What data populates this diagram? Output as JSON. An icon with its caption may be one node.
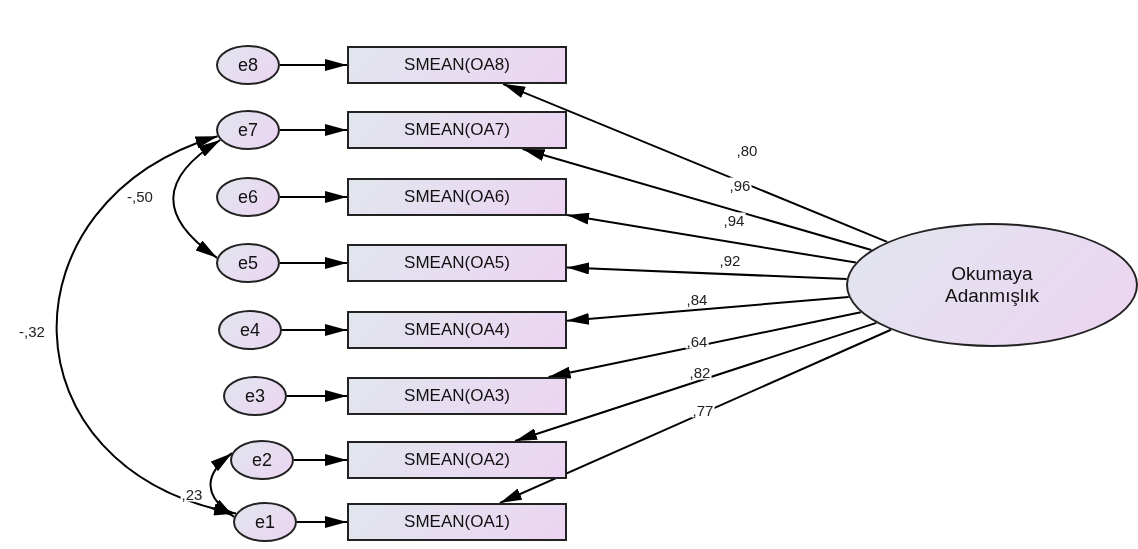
{
  "diagram": {
    "nodes": [
      {
        "text": [
          "e8"
        ]
      },
      {
        "text": [
          "SMEAN(OA8)"
        ]
      },
      {
        "text": [
          "e7"
        ]
      },
      {
        "text": [
          "SMEAN(OA7)"
        ]
      },
      {
        "text": [
          "e6"
        ]
      },
      {
        "text": [
          "SMEAN(OA6)"
        ]
      },
      {
        "text": [
          "e5"
        ]
      },
      {
        "text": [
          "SMEAN(OA5)"
        ]
      },
      {
        "text": [
          "e4"
        ]
      },
      {
        "text": [
          "SMEAN(OA4)"
        ]
      },
      {
        "text": [
          "e3"
        ]
      },
      {
        "text": [
          "SMEAN(OA3)"
        ]
      },
      {
        "text": [
          "e2"
        ]
      },
      {
        "text": [
          "SMEAN(OA2)"
        ]
      },
      {
        "text": [
          "e1"
        ]
      },
      {
        "text": [
          "SMEAN(OA1)"
        ]
      },
      {
        "text": [
          "Okumaya Adanmışlık"
        ]
      }
    ],
    "edges": [
      {
        "from": 0,
        "to": 1,
        "arrow": "to"
      },
      {
        "from": 2,
        "to": 3,
        "arrow": "to"
      },
      {
        "from": 4,
        "to": 5,
        "arrow": "to"
      },
      {
        "from": 6,
        "to": 7,
        "arrow": "to"
      },
      {
        "from": 8,
        "to": 9,
        "arrow": "to"
      },
      {
        "from": 10,
        "to": 11,
        "arrow": "to"
      },
      {
        "from": 12,
        "to": 13,
        "arrow": "to"
      },
      {
        "from": 14,
        "to": 15,
        "arrow": "to"
      },
      {
        "from": 16,
        "to": 1,
        "arrow": "to",
        "label": ",80"
      },
      {
        "from": 16,
        "to": 3,
        "arrow": "to",
        "label": ",96"
      },
      {
        "from": 16,
        "to": 5,
        "arrow": "to",
        "label": ",94"
      },
      {
        "from": 16,
        "to": 7,
        "arrow": "to",
        "label": ",92"
      },
      {
        "from": 16,
        "to": 9,
        "arrow": "to",
        "label": ",84"
      },
      {
        "from": 16,
        "to": 11,
        "arrow": "to",
        "label": ",64"
      },
      {
        "from": 16,
        "to": 13,
        "arrow": "to",
        "label": ",82"
      },
      {
        "from": 16,
        "to": 15,
        "arrow": "to",
        "label": ",77"
      },
      {
        "from": 2,
        "to": 6,
        "arrow": "both",
        "label": "-,50"
      },
      {
        "from": 2,
        "to": 14,
        "arrow": "both",
        "label": "-,32"
      },
      {
        "from": 12,
        "to": 14,
        "arrow": "both",
        "label": ",23"
      }
    ]
  }
}
